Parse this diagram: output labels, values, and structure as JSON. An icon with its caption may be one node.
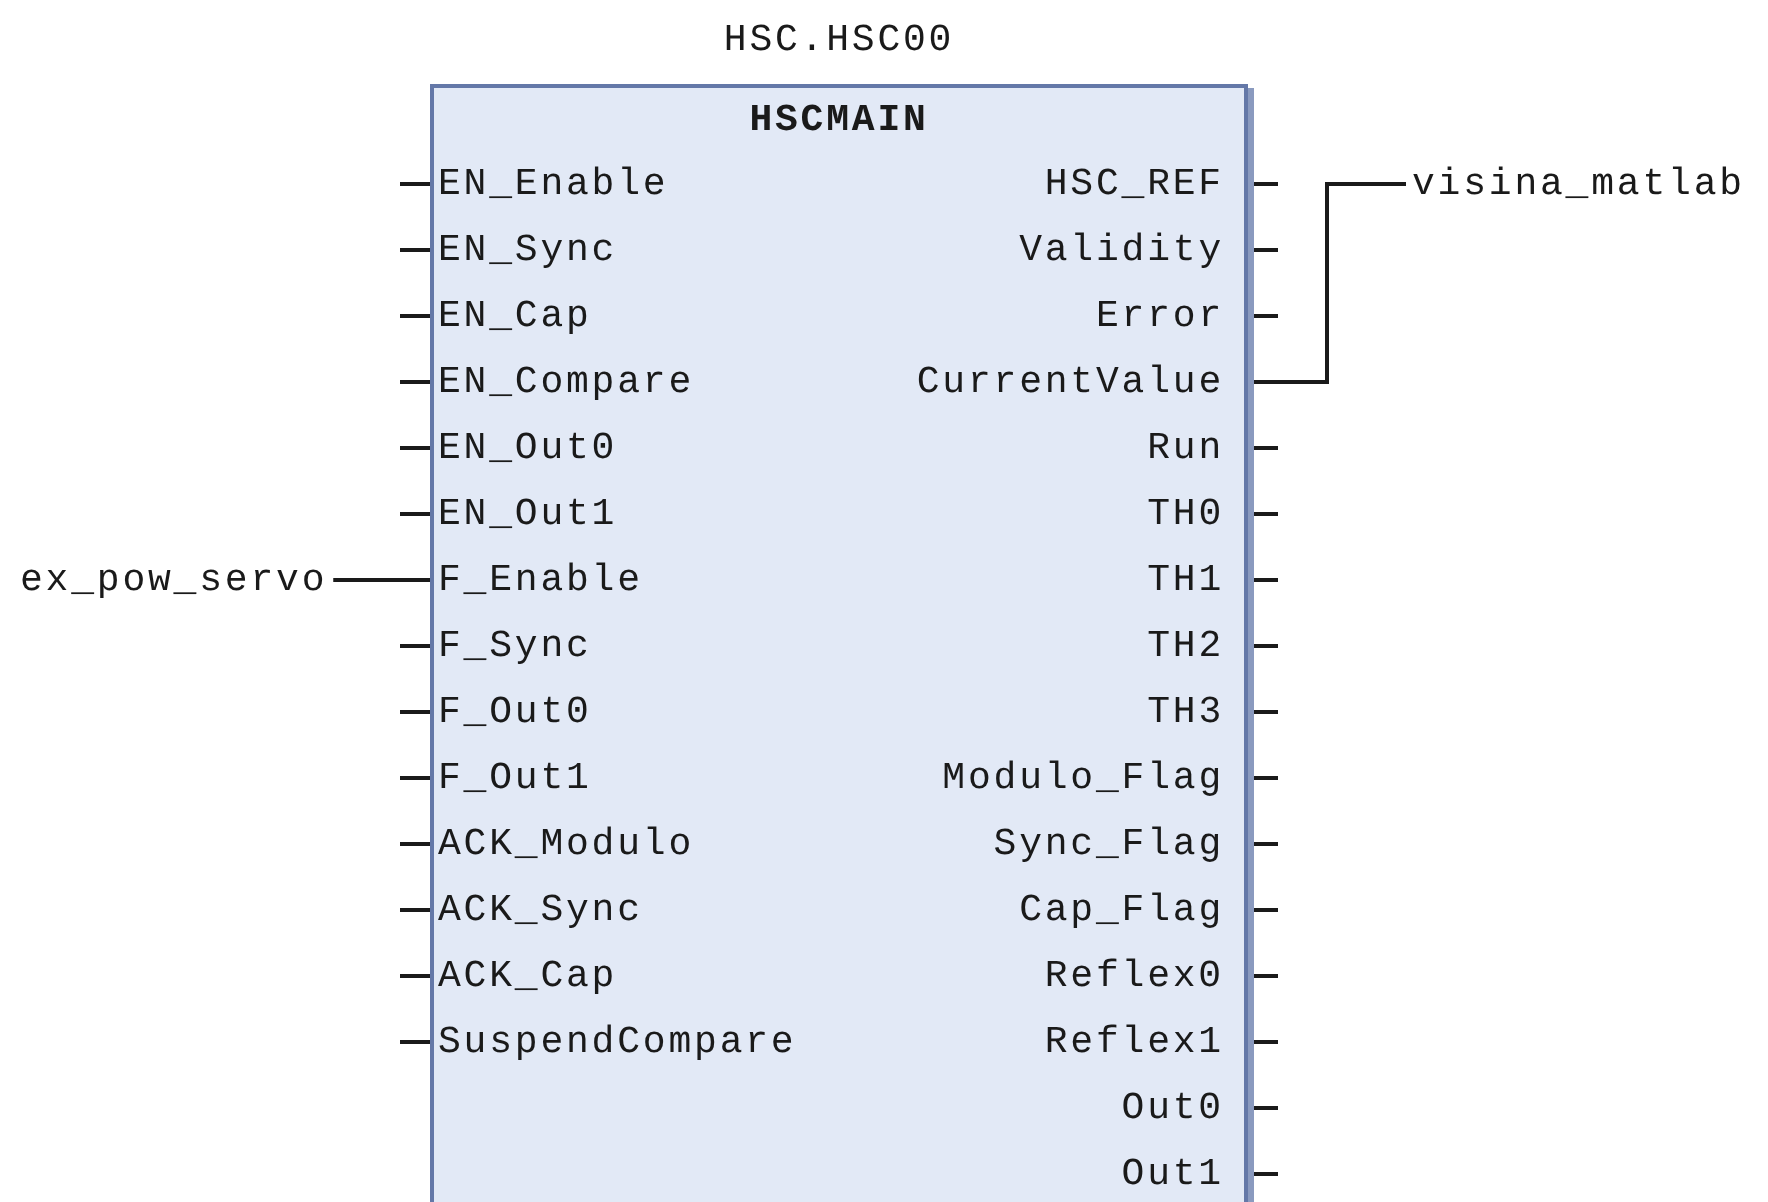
{
  "diagram": {
    "nodes": [
      {
        "text": [
          "HSC.HSC00",
          "HSCMAIN"
        ]
      },
      {
        "text": [
          "EN_Enable"
        ],
        "in": 0
      },
      {
        "text": [
          "HSC_REF"
        ],
        "in": 0
      },
      {
        "text": [
          "EN_Sync"
        ],
        "in": 0
      },
      {
        "text": [
          "Validity"
        ],
        "in": 0
      },
      {
        "text": [
          "EN_Cap"
        ],
        "in": 0
      },
      {
        "text": [
          "Error"
        ],
        "in": 0
      },
      {
        "text": [
          "EN_Compare"
        ],
        "in": 0
      },
      {
        "text": [
          "CurrentValue"
        ],
        "in": 0
      },
      {
        "text": [
          "EN_Out0"
        ],
        "in": 0
      },
      {
        "text": [
          "Run"
        ],
        "in": 0
      },
      {
        "text": [
          "EN_Out1"
        ],
        "in": 0
      },
      {
        "text": [
          "TH0"
        ],
        "in": 0
      },
      {
        "text": [
          "F_Enable"
        ],
        "in": 0
      },
      {
        "text": [
          "TH1"
        ],
        "in": 0
      },
      {
        "text": [
          "F_Sync"
        ],
        "in": 0
      },
      {
        "text": [
          "TH2"
        ],
        "in": 0
      },
      {
        "text": [
          "F_Out0"
        ],
        "in": 0
      },
      {
        "text": [
          "TH3"
        ],
        "in": 0
      },
      {
        "text": [
          "F_Out1"
        ],
        "in": 0
      },
      {
        "text": [
          "Modulo_Flag"
        ],
        "in": 0
      },
      {
        "text": [
          "ACK_Modulo"
        ],
        "in": 0
      },
      {
        "text": [
          "Sync_Flag"
        ],
        "in": 0
      },
      {
        "text": [
          "ACK_Sync"
        ],
        "in": 0
      },
      {
        "text": [
          "Cap_Flag"
        ],
        "in": 0
      },
      {
        "text": [
          "ACK_Cap"
        ],
        "in": 0
      },
      {
        "text": [
          "Reflex0"
        ],
        "in": 0
      },
      {
        "text": [
          "SuspendCompare"
        ],
        "in": 0
      },
      {
        "text": [
          "Reflex1"
        ],
        "in": 0
      },
      {
        "text": [
          "Out0"
        ],
        "in": 0
      },
      {
        "text": [
          "Out1"
        ],
        "in": 0
      },
      {
        "text": [
          "visina_matlab"
        ]
      },
      {
        "text": [
          "ex_pow_servo"
        ]
      }
    ],
    "edges": [
      {
        "from": 32,
        "to": 13,
        "arrow": "none"
      },
      {
        "from": 8,
        "to": 31,
        "arrow": "none"
      }
    ]
  }
}
